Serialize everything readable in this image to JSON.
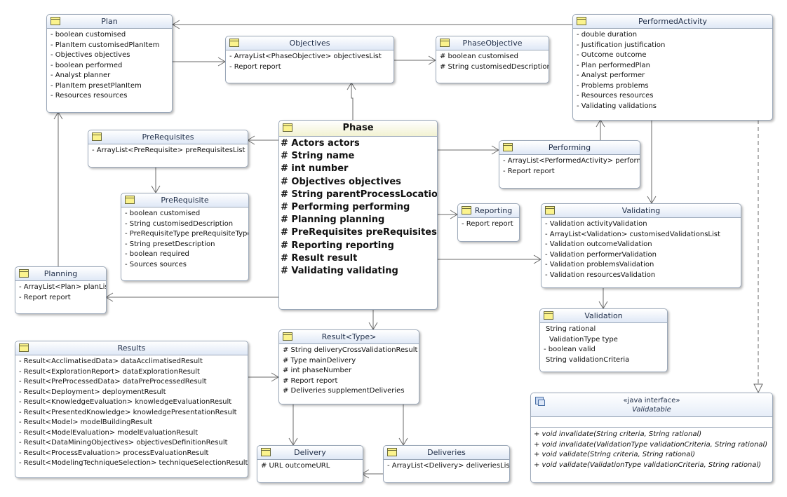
{
  "classes": {
    "plan": {
      "name": "Plan",
      "attrs": [
        "- boolean customised",
        "- PlanItem customisedPlanItem",
        "- Objectives objectives",
        "- boolean performed",
        "- Analyst planner",
        "- PlanItem presetPlanItem",
        "- Resources resources"
      ]
    },
    "objectives": {
      "name": "Objectives",
      "attrs": [
        "- ArrayList<PhaseObjective> objectivesList",
        "- Report report"
      ]
    },
    "phase_objective": {
      "name": "PhaseObjective",
      "attrs": [
        "# boolean customised",
        "# String customisedDescription"
      ]
    },
    "performed_activity": {
      "name": "PerformedActivity",
      "attrs": [
        "- double duration",
        "- Justification justification",
        "- Outcome outcome",
        "- Plan performedPlan",
        "- Analyst performer",
        "- Problems problems",
        "- Resources resources",
        "- Validating validations"
      ]
    },
    "pre_requisites": {
      "name": "PreRequisites",
      "attrs": [
        "- ArrayList<PreRequisite> preRequisitesList"
      ]
    },
    "phase": {
      "name": "Phase",
      "attrs": [
        "# Actors actors",
        "# String name",
        "# int number",
        "# Objectives objectives",
        "# String parentProcessLocation",
        "# Performing performing",
        "# Planning planning",
        "# PreRequisites preRequisites",
        "# Reporting reporting",
        "# Result result",
        "# Validating validating"
      ]
    },
    "performing": {
      "name": "Performing",
      "attrs": [
        "- ArrayList<PerformedActivity> performe",
        "- Report report"
      ]
    },
    "pre_requisite": {
      "name": "PreRequisite",
      "attrs": [
        "- boolean customised",
        "- String customisedDescription",
        "- PreRequisiteType preRequisiteType",
        "- String presetDescription",
        "- boolean required",
        "- Sources sources"
      ]
    },
    "reporting": {
      "name": "Reporting",
      "attrs": [
        "- Report report"
      ]
    },
    "validating": {
      "name": "Validating",
      "attrs": [
        "- Validation activityValidation",
        "- ArrayList<Validation> customisedValidationsList",
        "- Validation outcomeValidation",
        "- Validation performerValidation",
        "- Validation problemsValidation",
        "- Validation resourcesValidation"
      ]
    },
    "planning": {
      "name": "Planning",
      "attrs": [
        "- ArrayList<Plan> planList",
        "- Report report"
      ]
    },
    "validation": {
      "name": "Validation",
      "attrs": [
        "String rational",
        "ValidationType type",
        "- boolean valid",
        "String validationCriteria"
      ]
    },
    "results": {
      "name": "Results",
      "attrs": [
        "- Result<AcclimatisedData> dataAcclimatisedResult",
        "- Result<ExplorationReport> dataExplorationResult",
        "- Result<PreProcessedData> dataPreProcessedResult",
        "- Result<Deployment> deploymentResult",
        "- Result<KnowledgeEvaluation> knowledgeEvaluationResult",
        "- Result<PresentedKnowledge> knowledgePresentationResult",
        "- Result<Model> modelBuildingResult",
        "- Result<ModelEvaluation> modelEvaluationResult",
        "- Result<DataMiningObjectives> objectivesDefinitionResult",
        "- Result<ProcessEvaluation> processEvaluationResult",
        "- Result<ModelingTechniqueSelection> techniqueSelectionResult"
      ]
    },
    "result": {
      "name": "Result<Type>",
      "attrs": [
        "# String deliveryCrossValidationResult",
        "# Type mainDelivery",
        "# int phaseNumber",
        "# Report report",
        "# Deliveries supplementDeliveries"
      ]
    },
    "delivery": {
      "name": "Delivery",
      "attrs": [
        "# URL outcomeURL"
      ]
    },
    "deliveries": {
      "name": "Deliveries",
      "attrs": [
        "- ArrayList<Delivery> deliveriesList"
      ]
    }
  },
  "interface": {
    "stereotype": "«java interface»",
    "name": "Validatable",
    "operations": [
      "+ void invalidate(String criteria, String rational)",
      "+ void invalidate(ValidationType validationCriteria, String rational)",
      "+ void validate(String criteria, String rational)",
      "+ void validate(ValidationType validationCriteria, String rational)"
    ]
  },
  "colors": {
    "border": "#9aa7b8",
    "header_gradient_end": "#dfe8f6",
    "phase_header_end": "#f2f2d2",
    "class_icon": "#fbf38d",
    "wire": "#6a6a6a"
  }
}
